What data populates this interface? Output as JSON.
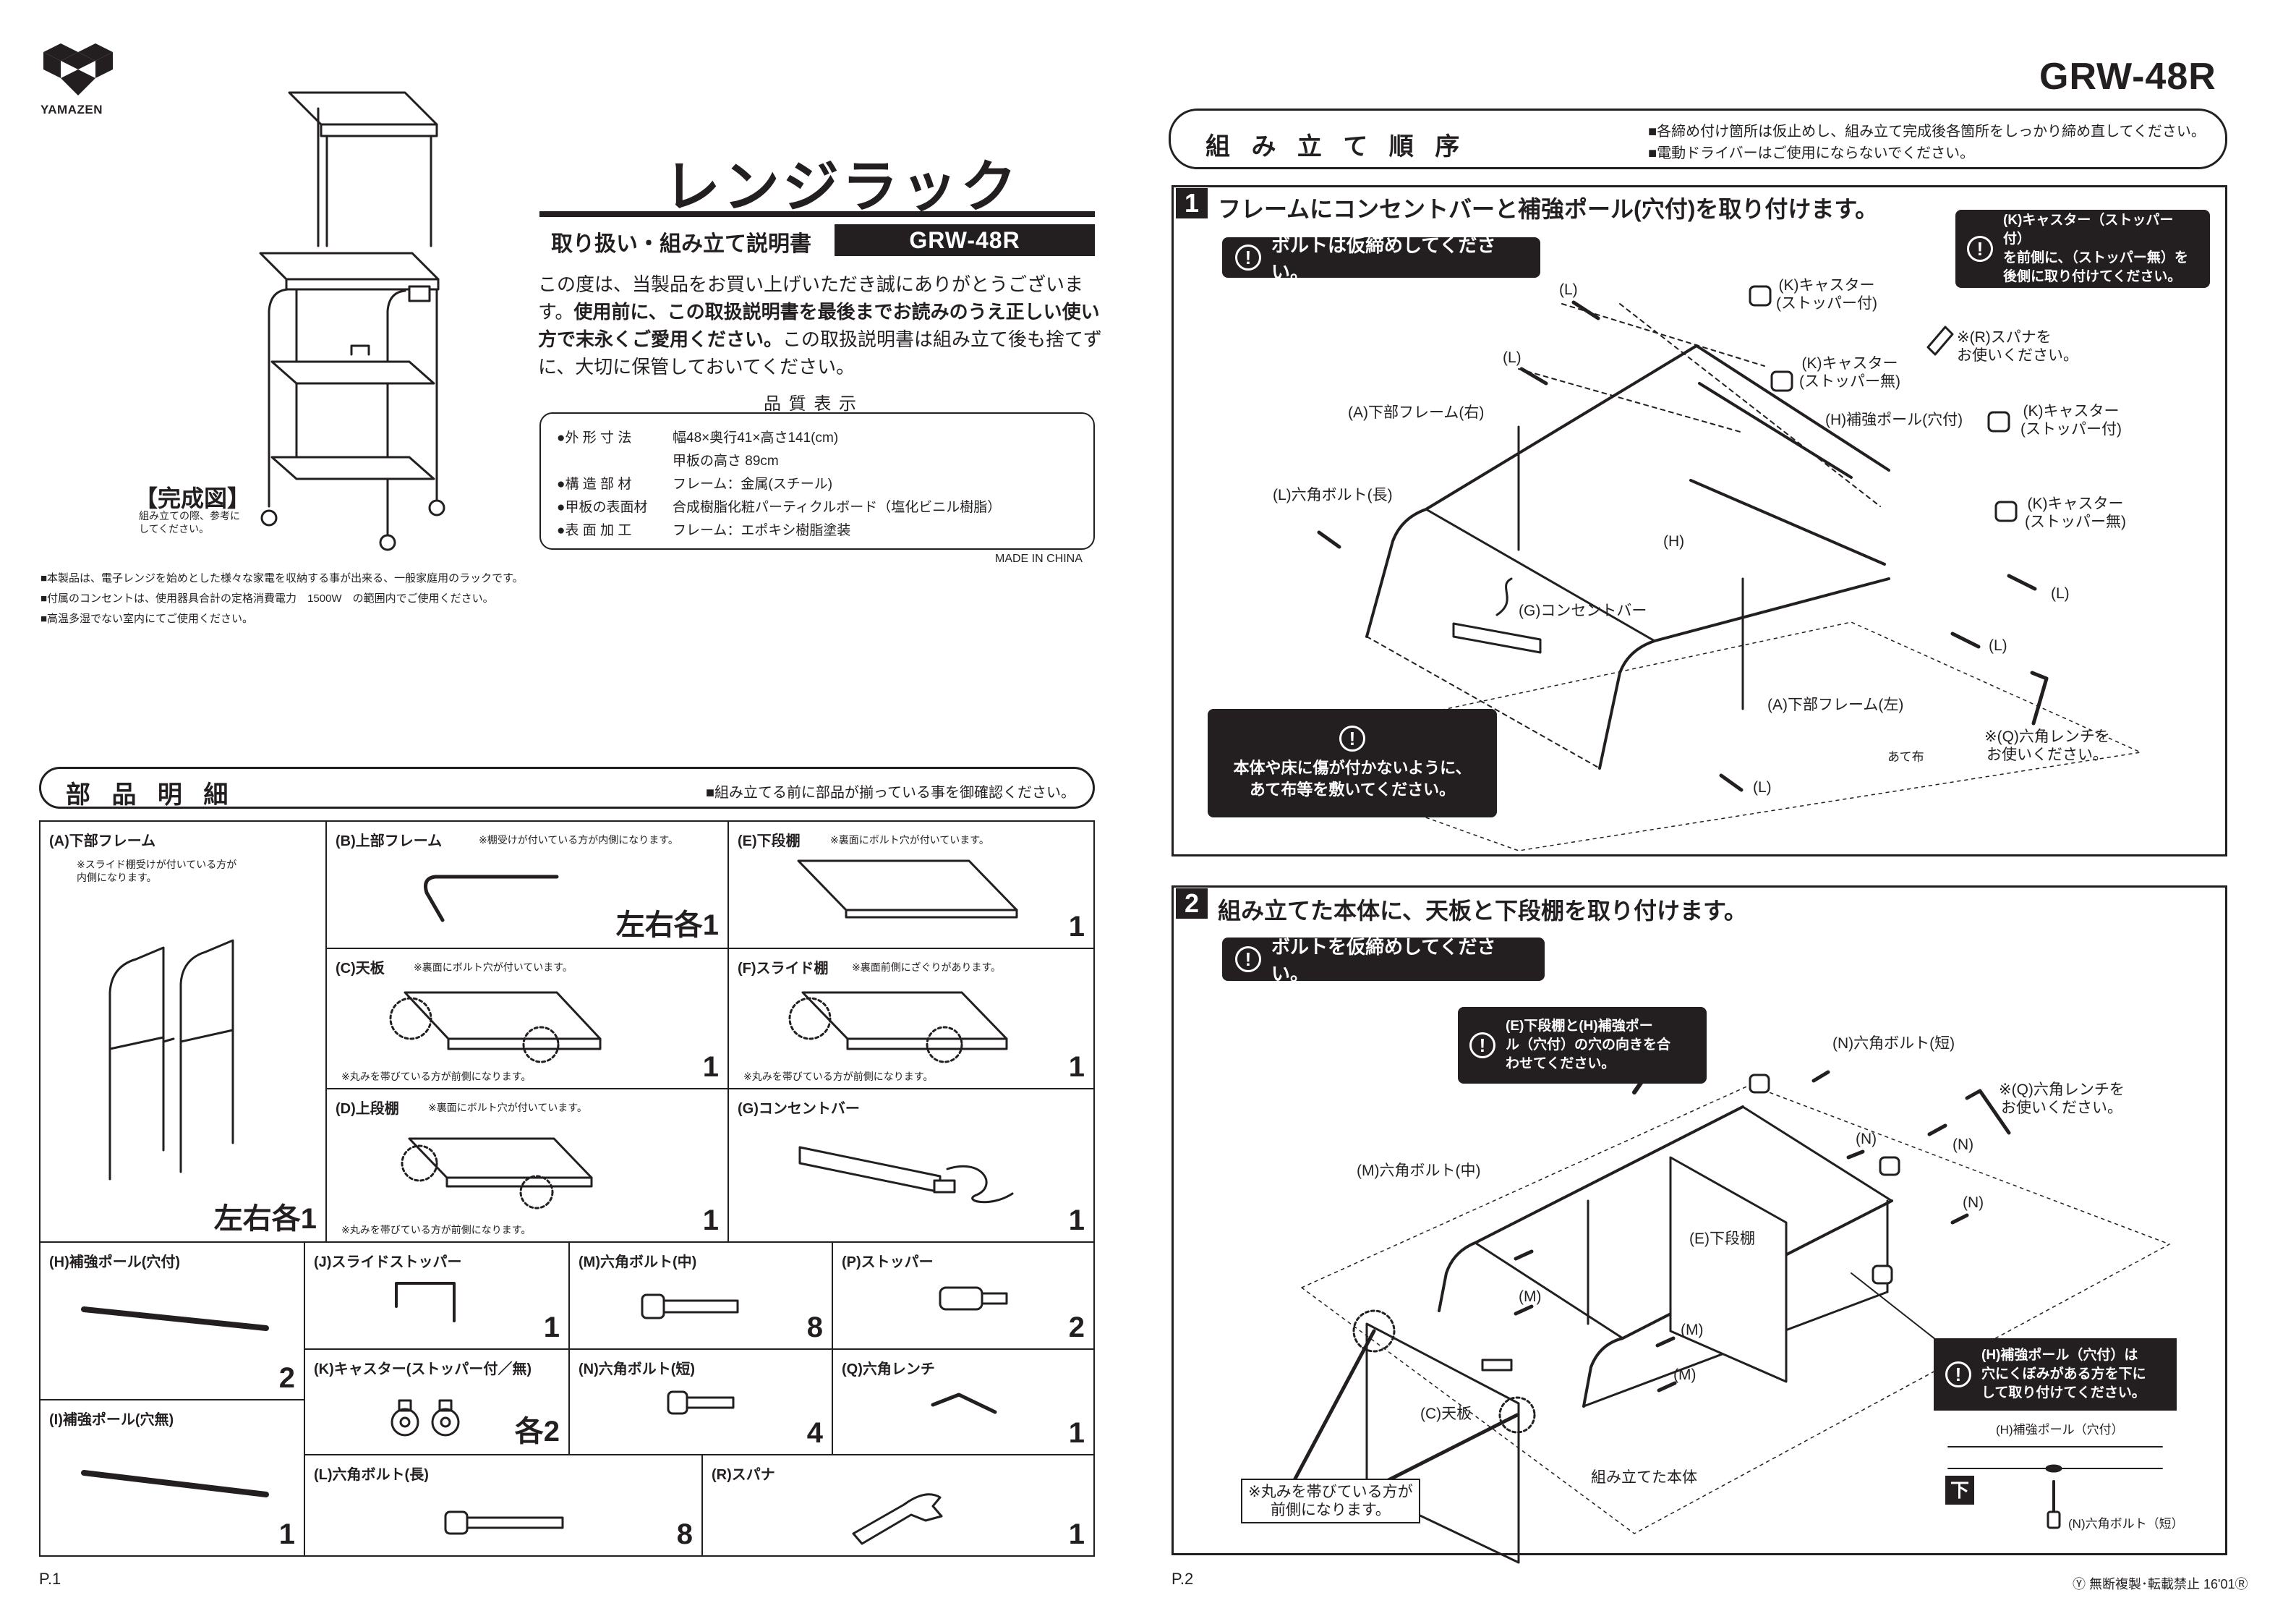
{
  "brand": {
    "logo_text": "YAMAZEN"
  },
  "cover": {
    "label": "【完成図】",
    "note": "組み立ての際、参考に\nしてください。"
  },
  "title": "レンジラック",
  "subtitle": "取り扱い・組み立て説明書",
  "model": "GRW-48R",
  "intro": {
    "line1": "この度は、当製品をお買い上げいただき誠にありがとうございます。",
    "bold": "使用前に、この取扱説明書を最後までお読みのうえ正しい使い方で末永くご愛用ください。",
    "rest": "この取扱説明書は組み立て後も捨てずに、大切に保管しておいてください。"
  },
  "quality": {
    "heading": "品 質 表 示",
    "rows": [
      {
        "key": "●外 形 寸 法",
        "value": "幅48×奥行41×高さ141(cm)"
      },
      {
        "key": "",
        "value": "甲板の高さ 89cm"
      },
      {
        "key": "●構 造 部 材",
        "value": "フレーム：金属(スチール)"
      },
      {
        "key": "●甲板の表面材",
        "value": "合成樹脂化粧パーティクルボード（塩化ビニル樹脂）"
      },
      {
        "key": "●表 面 加 工",
        "value": "フレーム：エポキシ樹脂塗装"
      }
    ]
  },
  "origin": "MADE IN CHINA",
  "notes": [
    "■本製品は、電子レンジを始めとした様々な家電を収納する事が出来る、一般家庭用のラックです。",
    "■付属のコンセントは、使用器具合計の定格消費電力　1500W　の範囲内でご使用ください。",
    "■高温多湿でない室内にてご使用ください。"
  ],
  "parts_header": {
    "title": "部 品 明 細",
    "note": "■組み立てる前に部品が揃っている事を御確認ください。"
  },
  "parts": {
    "a": {
      "label": "(A)下部フレーム",
      "note": "※スライド棚受けが付いている方が\n内側になります。",
      "qty": "左右各1"
    },
    "b": {
      "label": "(B)上部フレーム",
      "note": "※棚受けが付いている方が内側になります。",
      "qty": "左右各1"
    },
    "e": {
      "label": "(E)下段棚",
      "note": "※裏面にボルト穴が付いています。",
      "qty": "1"
    },
    "c": {
      "label": "(C)天板",
      "note": "※裏面にボルト穴が付いています。",
      "foot": "※丸みを帯びている方が前側になります。",
      "qty": "1"
    },
    "f": {
      "label": "(F)スライド棚",
      "note": "※裏面前側にざぐりがあります。",
      "foot": "※丸みを帯びている方が前側になります。",
      "qty": "1"
    },
    "d": {
      "label": "(D)上段棚",
      "note": "※裏面にボルト穴が付いています。",
      "foot": "※丸みを帯びている方が前側になります。",
      "qty": "1"
    },
    "g": {
      "label": "(G)コンセントバー",
      "qty": "1"
    },
    "h": {
      "label": "(H)補強ポール(穴付)",
      "qty": "2"
    },
    "i": {
      "label": "(I)補強ポール(穴無)",
      "qty": "1"
    },
    "j": {
      "label": "(J)スライドストッパー",
      "qty": "1"
    },
    "m": {
      "label": "(M)六角ボルト(中)",
      "qty": "8"
    },
    "p": {
      "label": "(P)ストッパー",
      "qty": "2"
    },
    "k": {
      "label": "(K)キャスター(ストッパー付／無)",
      "qty": "各2"
    },
    "n": {
      "label": "(N)六角ボルト(短)",
      "qty": "4"
    },
    "q": {
      "label": "(Q)六角レンチ",
      "qty": "1"
    },
    "l": {
      "label": "(L)六角ボルト(長)",
      "qty": "8"
    },
    "r": {
      "label": "(R)スパナ",
      "qty": "1"
    }
  },
  "page_left": "P.1",
  "right_model": "GRW-48R",
  "order_header": {
    "title": "組 み 立 て 順 序",
    "note1": "■各締め付け箇所は仮止めし、組み立て完成後各箇所をしっかり締め直してください。",
    "note2": "■電動ドライバーはご使用にならないでください。"
  },
  "step1": {
    "number": "1",
    "title": "フレームにコンセントバーと補強ポール(穴付)を取り付けます。",
    "warning": "ボルトは仮締めしてください。",
    "caster_note": "(K)キャスター（ストッパー付）\nを前側に、（ストッパー無）を\n後側に取り付けてください。",
    "floor_note": "本体や床に傷が付かないように、\nあて布等を敷いてください。",
    "labels": {
      "l1": "(L)",
      "k_top": "(K)キャスター\n(ストッパー付)",
      "spanner": "※(R)スパナを\nお使いください。",
      "l2": "(L)",
      "k_mid": "(K)キャスター\n(ストッパー無)",
      "frame_right": "(A)下部フレーム(右)",
      "h_pole": "(H)補強ポール(穴付)",
      "k_right1": "(K)キャスター\n(ストッパー付)",
      "l_long": "(L)六角ボルト(長)",
      "k_right2": "(K)キャスター\n(ストッパー無)",
      "h": "(H)",
      "l3": "(L)",
      "outlet": "(G)コンセントバー",
      "l4": "(L)",
      "frame_left": "(A)下部フレーム(左)",
      "cloth": "あて布",
      "wrench": "※(Q)六角レンチを\nお使いください。",
      "l5": "(L)"
    }
  },
  "step2": {
    "number": "2",
    "title": "組み立てた本体に、天板と下段棚を取り付けます。",
    "warning": "ボルトを仮締めしてください。",
    "hole_note": "(E)下段棚と(H)補強ポー\nル（穴付）の穴の向きを合\nわせてください。",
    "pole_note": "(H)補強ポール（穴付）は\n穴にくぼみがある方を下に\nして取り付けてください。",
    "pole_sub": "(H)補強ポール（穴付）",
    "down": "下",
    "bolt_sub": "(N)六角ボルト（短）",
    "labels": {
      "n_short": "(N)六角ボルト(短)",
      "wrench": "※(Q)六角レンチを\nお使いください。",
      "n1": "(N)",
      "n2": "(N)",
      "n3": "(N)",
      "m_mid": "(M)六角ボルト(中)",
      "lower_shelf": "(E)下段棚",
      "m1": "(M)",
      "m2": "(M)",
      "m3": "(M)",
      "top_board": "(C)天板",
      "body": "組み立てた本体",
      "round_note": "※丸みを帯びている方が\n前側になります。"
    }
  },
  "page_right": "P.2",
  "copyright": "Ⓨ 無断複製･転載禁止 16'01Ⓡ"
}
